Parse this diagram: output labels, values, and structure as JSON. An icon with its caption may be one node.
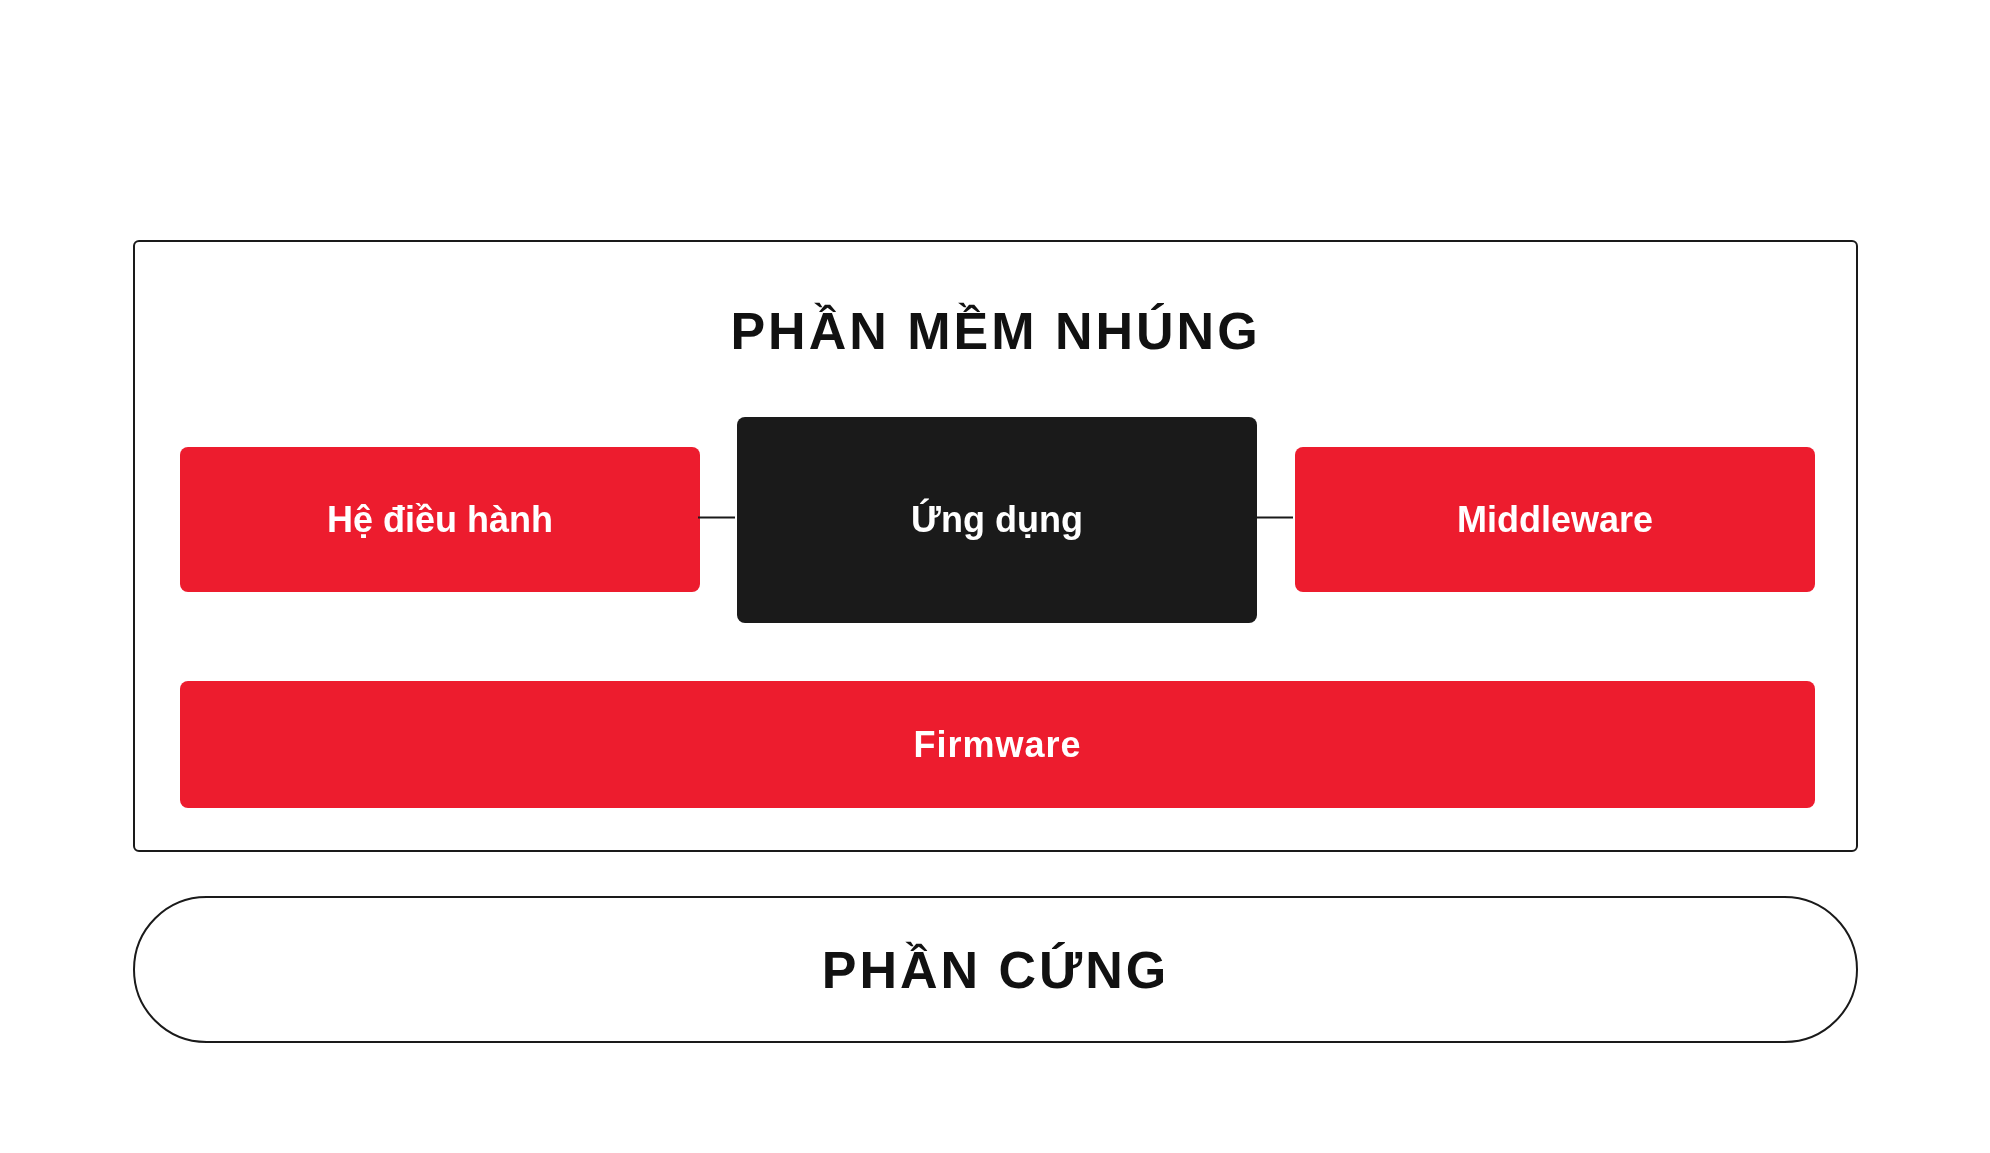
{
  "diagram": {
    "nodes": [
      {
        "text": [
          "PHẦN MỀM NHÚNG"
        ]
      },
      {
        "text": [
          "Hệ điều hành"
        ],
        "in": 0
      },
      {
        "text": [
          "Ứng dụng"
        ],
        "in": 0
      },
      {
        "text": [
          "Middleware"
        ],
        "in": 0
      },
      {
        "text": [
          "Firmware"
        ],
        "in": 0
      },
      {
        "text": [
          "PHẦN CỨNG"
        ]
      }
    ],
    "edges": [
      {
        "from": 1,
        "to": 2,
        "arrow": "none"
      },
      {
        "from": 2,
        "to": 3,
        "arrow": "none"
      }
    ]
  }
}
